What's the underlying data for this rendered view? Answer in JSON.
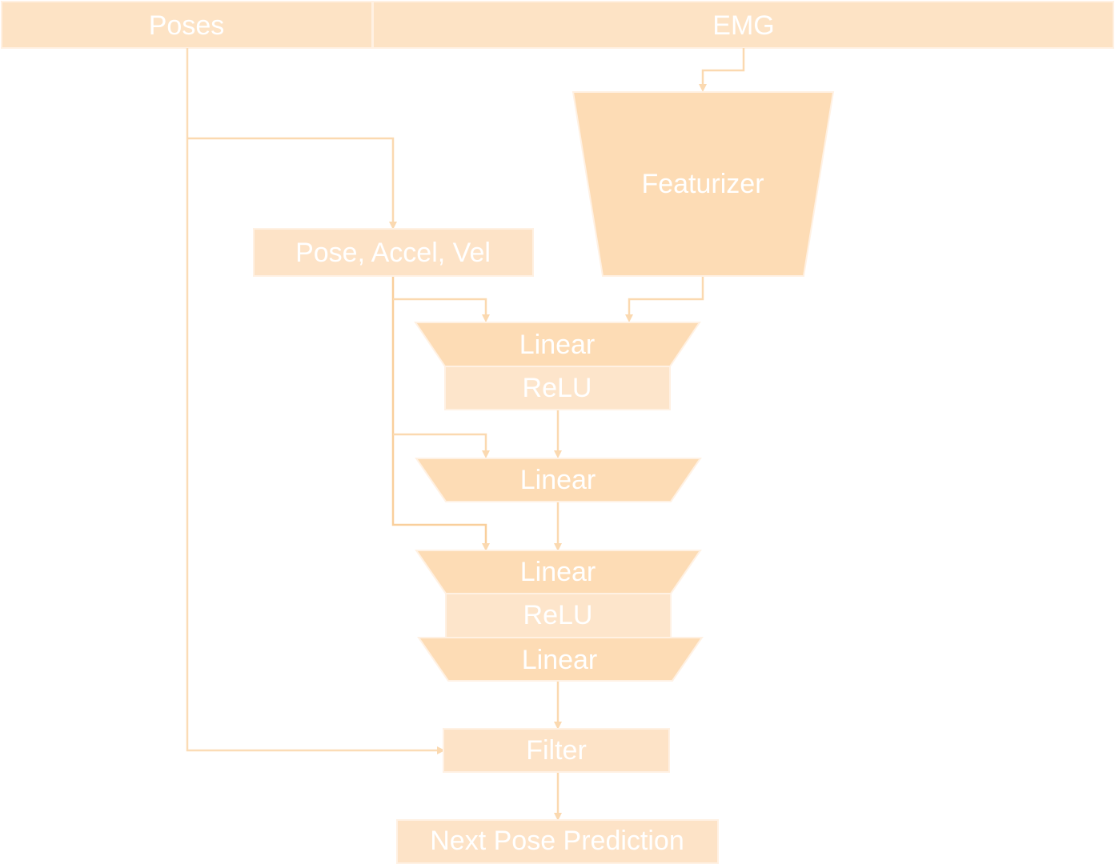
{
  "header": {
    "poses_label": "Poses",
    "emg_label": "EMG"
  },
  "nodes": {
    "featurizer": "Featurizer",
    "pose_accel_vel": "Pose, Accel, Vel",
    "block1_linear": "Linear",
    "block1_relu": "ReLU",
    "block2_linear": "Linear",
    "block3_linear_top": "Linear",
    "block3_relu": "ReLU",
    "block3_linear_bottom": "Linear",
    "filter": "Filter",
    "output": "Next Pose Prediction"
  },
  "colors": {
    "header_fill": "#fde3c5",
    "trapezoid_fill": "#fddcb5",
    "box_fill": "#fde3c7",
    "relu_fill": "#fde5cb",
    "arrow": "#fbd9b0",
    "arrow_dark": "#f9cf9c",
    "text": "#ffffff"
  }
}
